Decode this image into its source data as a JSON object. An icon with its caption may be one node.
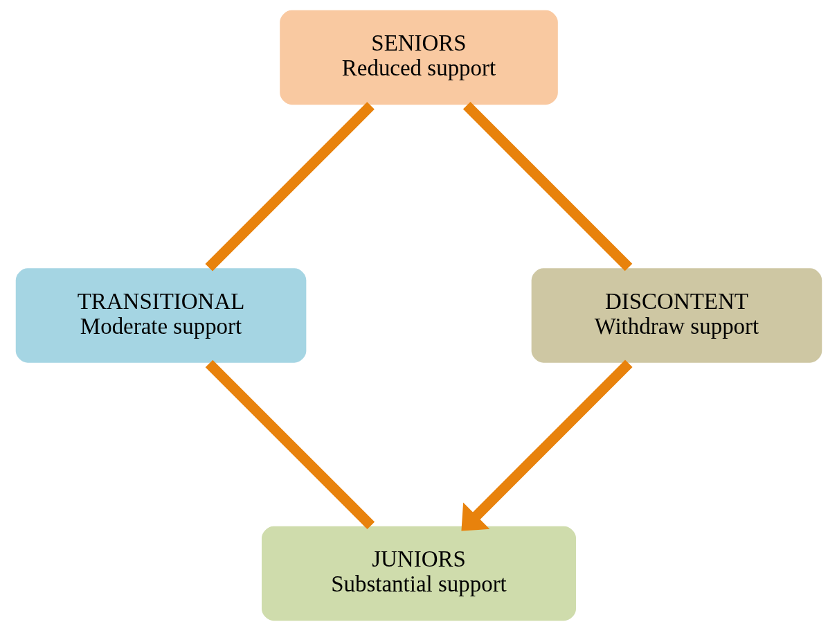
{
  "diagram": {
    "nodes": [
      {
        "text": [
          "JUNIORS",
          "Substantial support"
        ]
      },
      {
        "text": [
          "TRANSITIONAL",
          "Moderate support"
        ]
      },
      {
        "text": [
          "SENIORS",
          "Reduced support"
        ]
      },
      {
        "text": [
          "DISCONTENT",
          "Withdraw support"
        ]
      }
    ],
    "edges": [
      {
        "from": 0,
        "to": 1,
        "arrow": "none"
      },
      {
        "from": 1,
        "to": 2,
        "arrow": "none"
      },
      {
        "from": 2,
        "to": 3,
        "arrow": "none"
      },
      {
        "from": 3,
        "to": 0,
        "arrow": "to"
      }
    ]
  }
}
